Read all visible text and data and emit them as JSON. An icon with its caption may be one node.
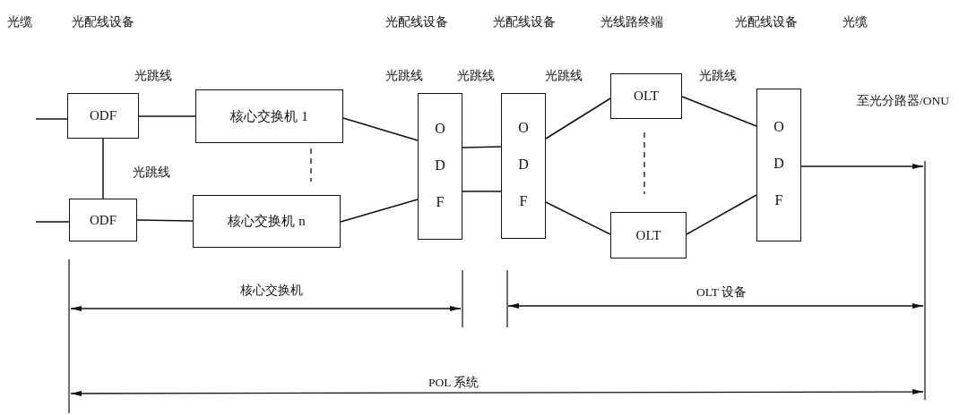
{
  "diagram": {
    "nodes": [
      {
        "text": [
          "ODF"
        ]
      },
      {
        "text": [
          "ODF"
        ]
      },
      {
        "text": [
          "核心交换机 1"
        ]
      },
      {
        "text": [
          "核心交换机 n"
        ]
      },
      {
        "text": [
          "O D F"
        ]
      },
      {
        "text": [
          "O D F"
        ]
      },
      {
        "text": [
          "OLT"
        ]
      },
      {
        "text": [
          "OLT"
        ]
      },
      {
        "text": [
          "O D F"
        ]
      }
    ],
    "edges": [
      {
        "from": null,
        "to": 0,
        "arrow": "none"
      },
      {
        "from": null,
        "to": 1,
        "arrow": "none"
      },
      {
        "from": 0,
        "to": 2,
        "arrow": "none"
      },
      {
        "from": 1,
        "to": 3,
        "arrow": "none"
      },
      {
        "from": 0,
        "to": 1,
        "arrow": "none"
      },
      {
        "from": 2,
        "to": 4,
        "arrow": "none"
      },
      {
        "from": 3,
        "to": 4,
        "arrow": "none"
      },
      {
        "from": 4,
        "to": 5,
        "arrow": "none"
      },
      {
        "from": 4,
        "to": 5,
        "arrow": "none"
      },
      {
        "from": 5,
        "to": 6,
        "arrow": "none"
      },
      {
        "from": 5,
        "to": 7,
        "arrow": "none"
      },
      {
        "from": 6,
        "to": 8,
        "arrow": "none"
      },
      {
        "from": 7,
        "to": 8,
        "arrow": "none"
      },
      {
        "from": 8,
        "to": null,
        "arrow": "to"
      }
    ],
    "labels": [
      "光缆",
      "光配线设备",
      "光配线设备",
      "光配线设备",
      "光线路终端",
      "光配线设备",
      "光缆",
      "光跳线",
      "光跳线",
      "光跳线",
      "光跳线",
      "光跳线",
      "至光分路器/ONU",
      "光跳线",
      "核心交换机",
      "OLT 设备",
      "POL 系统"
    ]
  }
}
